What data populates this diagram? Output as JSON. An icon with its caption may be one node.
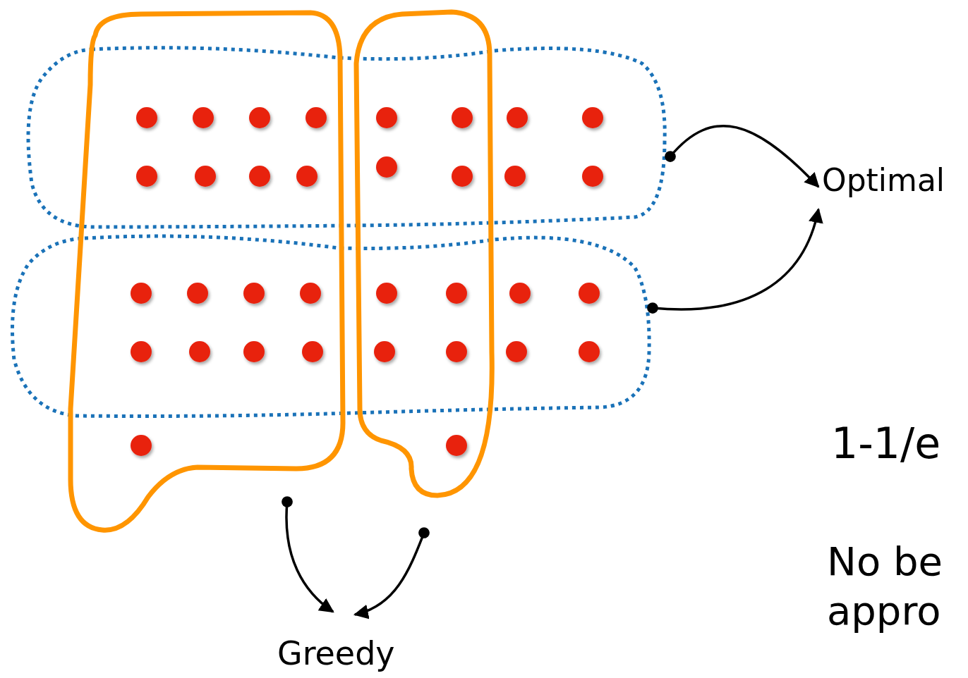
{
  "diagram": {
    "nodes": [
      {
        "text": [],
        "shape": "box"
      },
      {
        "text": [],
        "shape": "box"
      },
      {
        "text": [],
        "shape": "box"
      },
      {
        "text": [],
        "shape": "box"
      },
      {
        "text": [
          "Optimal"
        ]
      },
      {
        "text": [
          "Greedy"
        ]
      }
    ],
    "edges": [
      {
        "from": 0,
        "to": 4,
        "arrow": "to"
      },
      {
        "from": 1,
        "to": 4,
        "arrow": "to"
      },
      {
        "from": 2,
        "to": 5,
        "arrow": "to"
      },
      {
        "from": 3,
        "to": 5,
        "arrow": "to"
      }
    ],
    "labels": [
      "1-1/e",
      "No be appro"
    ]
  }
}
